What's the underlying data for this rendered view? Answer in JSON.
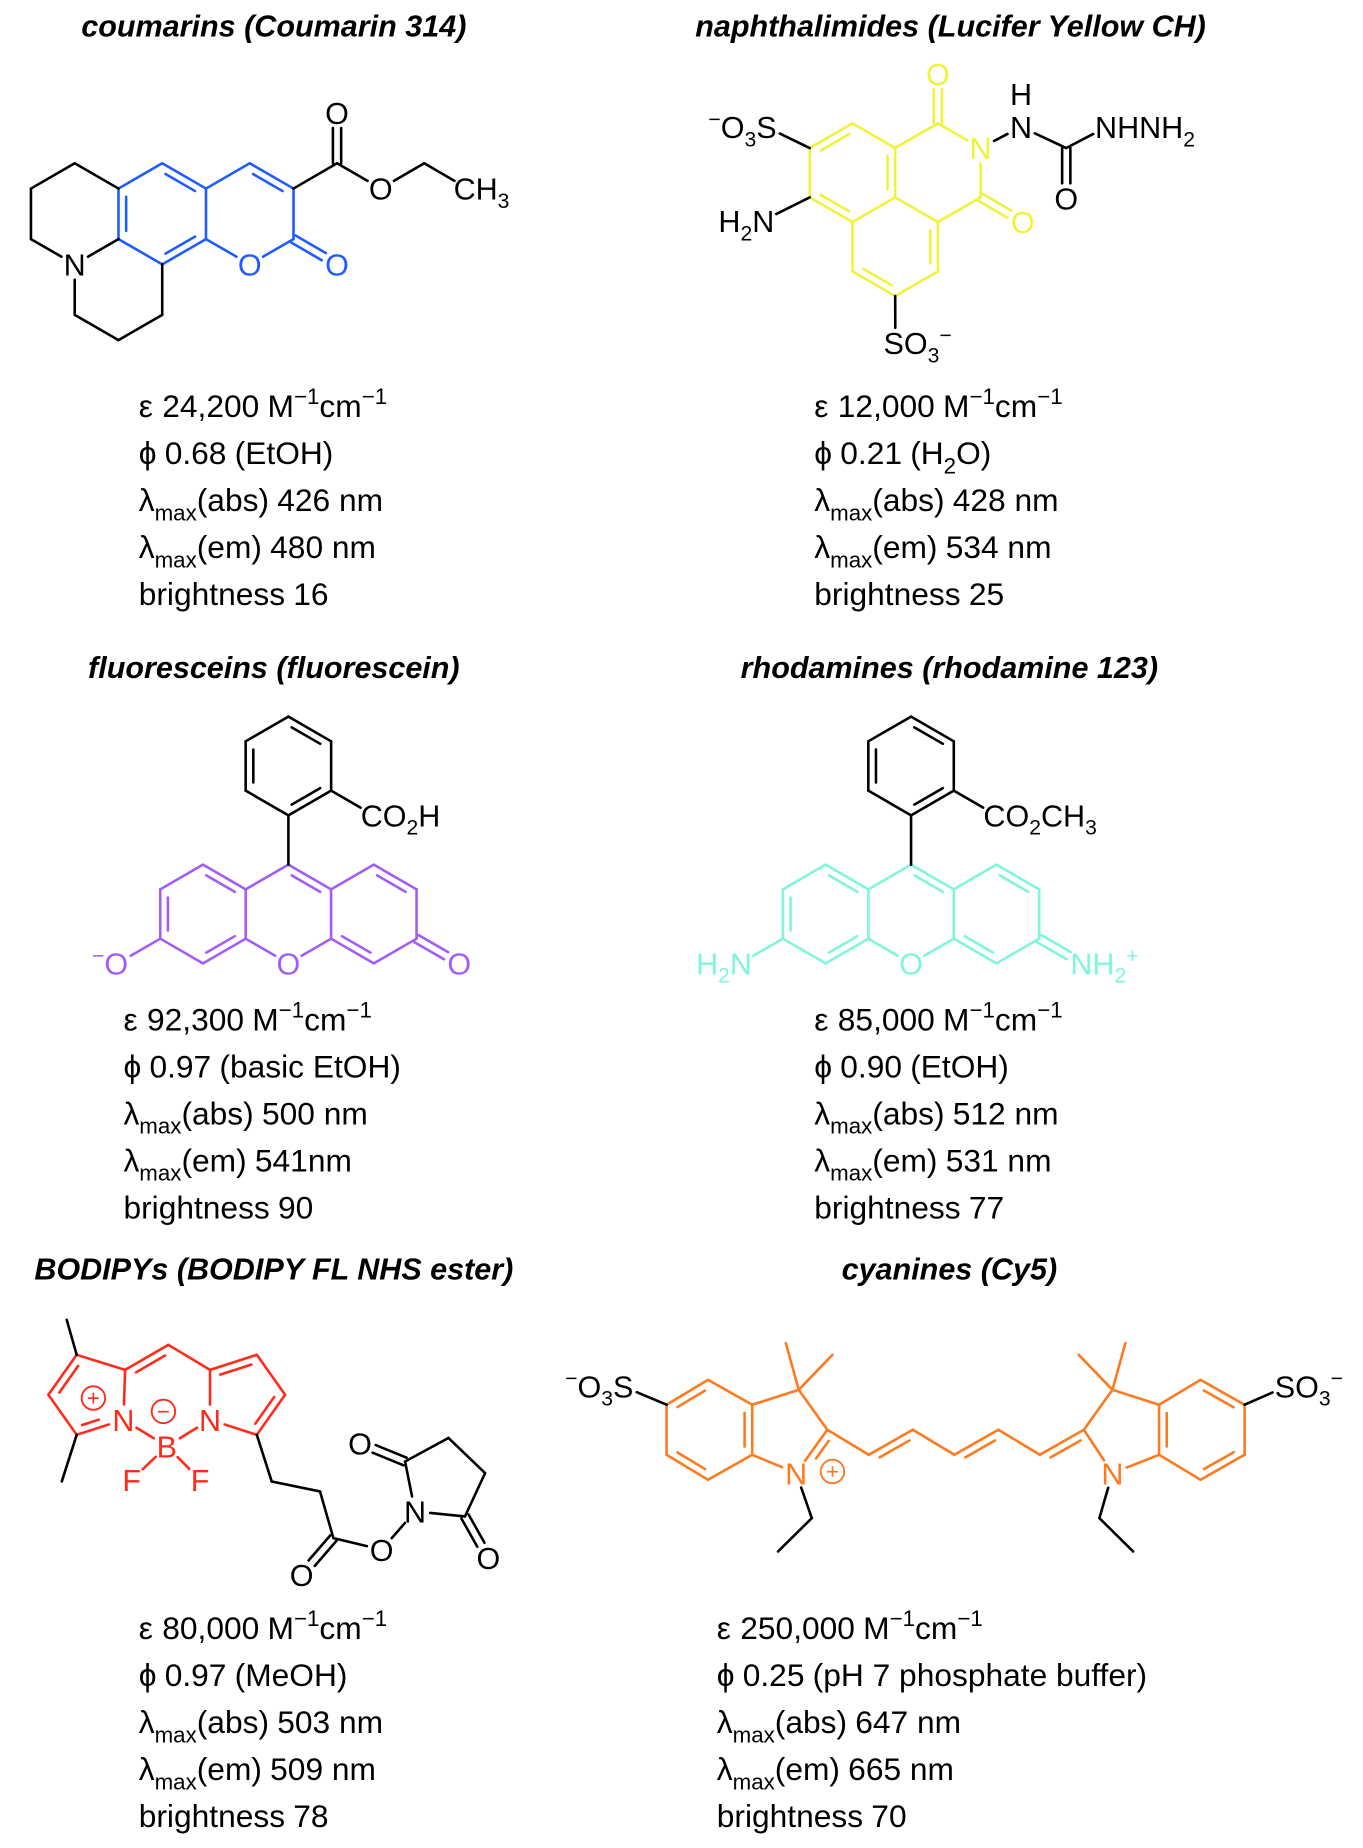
{
  "labels": {
    "epsilon": "ε",
    "phi": "ϕ",
    "lambda": "λ",
    "max": "max",
    "abs": "(abs)",
    "em": "(em)",
    "brightness": "brightness",
    "unit_M": "M",
    "unit_cm": "cm",
    "inv": "−1"
  },
  "dyes": [
    {
      "title": "coumarins (Coumarin 314)",
      "color": "#1f5cff",
      "epsilon": "24,200",
      "phi": "0.68",
      "solvent": [
        {
          "t": "(EtOH)"
        }
      ],
      "abs": "426 nm",
      "em": "480 nm",
      "brightness": "16",
      "atoms": [
        [
          {
            "t": "O"
          }
        ],
        [
          {
            "t": "O"
          }
        ],
        [
          {
            "t": "CH"
          },
          {
            "sub": "3"
          }
        ],
        [
          {
            "t": "N"
          }
        ],
        [
          {
            "t": "O"
          }
        ],
        [
          {
            "t": "O"
          }
        ]
      ]
    },
    {
      "title": "naphthalimides (Lucifer Yellow CH)",
      "color": "#f2f23c",
      "epsilon": "12,000",
      "phi": "0.21",
      "solvent": [
        {
          "t": "(H"
        },
        {
          "sub": "2"
        },
        {
          "t": "O)"
        }
      ],
      "abs": "428 nm",
      "em": "534 nm",
      "brightness": "25",
      "atoms": [
        [
          {
            "sup": "−"
          },
          {
            "t": "O"
          },
          {
            "sub": "3"
          },
          {
            "t": "S"
          }
        ],
        [
          {
            "t": "H"
          },
          {
            "sub": "2"
          },
          {
            "t": "N"
          }
        ],
        [
          {
            "t": "SO"
          },
          {
            "sub": "3"
          },
          {
            "sup": "−"
          }
        ],
        [
          {
            "t": "O"
          }
        ],
        [
          {
            "t": "N"
          }
        ],
        [
          {
            "t": "O"
          }
        ],
        [
          {
            "t": "N"
          }
        ],
        [
          {
            "t": "H"
          }
        ],
        [
          {
            "t": "O"
          }
        ],
        [
          {
            "t": "NHNH"
          },
          {
            "sub": "2"
          }
        ]
      ]
    },
    {
      "title": "fluoresceins (fluorescein)",
      "color": "#a35cf5",
      "epsilon": "92,300",
      "phi": "0.97",
      "solvent": [
        {
          "t": "(basic EtOH)"
        }
      ],
      "abs": "500 nm",
      "em": "541nm",
      "brightness": "90",
      "atoms": [
        [
          {
            "t": "CO"
          },
          {
            "sub": "2"
          },
          {
            "t": "H"
          }
        ],
        [
          {
            "sup": "−"
          },
          {
            "t": "O"
          }
        ],
        [
          {
            "t": "O"
          }
        ],
        [
          {
            "t": "O"
          }
        ]
      ]
    },
    {
      "title": "rhodamines (rhodamine 123)",
      "color": "#80f5dc",
      "epsilon": "85,000",
      "phi": "0.90",
      "solvent": [
        {
          "t": "(EtOH)"
        }
      ],
      "abs": "512 nm",
      "em": "531 nm",
      "brightness": "77",
      "atoms": [
        [
          {
            "t": "CO"
          },
          {
            "sub": "2"
          },
          {
            "t": "CH"
          },
          {
            "sub": "3"
          }
        ],
        [
          {
            "t": "H"
          },
          {
            "sub": "2"
          },
          {
            "t": "N"
          }
        ],
        [
          {
            "t": "O"
          }
        ],
        [
          {
            "t": "NH"
          },
          {
            "sub": "2"
          },
          {
            "sup": "+"
          }
        ]
      ]
    },
    {
      "title": "BODIPYs (BODIPY FL NHS ester)",
      "color": "#ff2a1a",
      "epsilon": "80,000",
      "phi": "0.97",
      "solvent": [
        {
          "t": "(MeOH)"
        }
      ],
      "abs": "503 nm",
      "em": "509 nm",
      "brightness": "78",
      "atoms": [
        [
          {
            "t": "N"
          }
        ],
        [
          {
            "t": "N"
          }
        ],
        [
          {
            "t": "B"
          }
        ],
        [
          {
            "t": "F"
          }
        ],
        [
          {
            "t": "F"
          }
        ],
        [
          {
            "t": "O"
          }
        ],
        [
          {
            "t": "O"
          }
        ],
        [
          {
            "t": "N"
          }
        ],
        [
          {
            "t": "O"
          }
        ],
        [
          {
            "t": "O"
          }
        ]
      ],
      "charges": [
        "+",
        "−"
      ]
    },
    {
      "title": "cyanines (Cy5)",
      "color": "#ff7a1f",
      "epsilon": "250,000",
      "phi": "0.25",
      "solvent": [
        {
          "t": "(pH 7 phosphate buffer)"
        }
      ],
      "abs": "647 nm",
      "em": "665 nm",
      "brightness": "70",
      "atoms": [
        [
          {
            "sup": "−"
          },
          {
            "t": "O"
          },
          {
            "sub": "3"
          },
          {
            "t": "S"
          }
        ],
        [
          {
            "t": "N"
          }
        ],
        [
          {
            "t": "N"
          }
        ],
        [
          {
            "t": "SO"
          },
          {
            "sub": "3"
          },
          {
            "sup": "−"
          }
        ]
      ],
      "charges": [
        "+"
      ]
    }
  ]
}
